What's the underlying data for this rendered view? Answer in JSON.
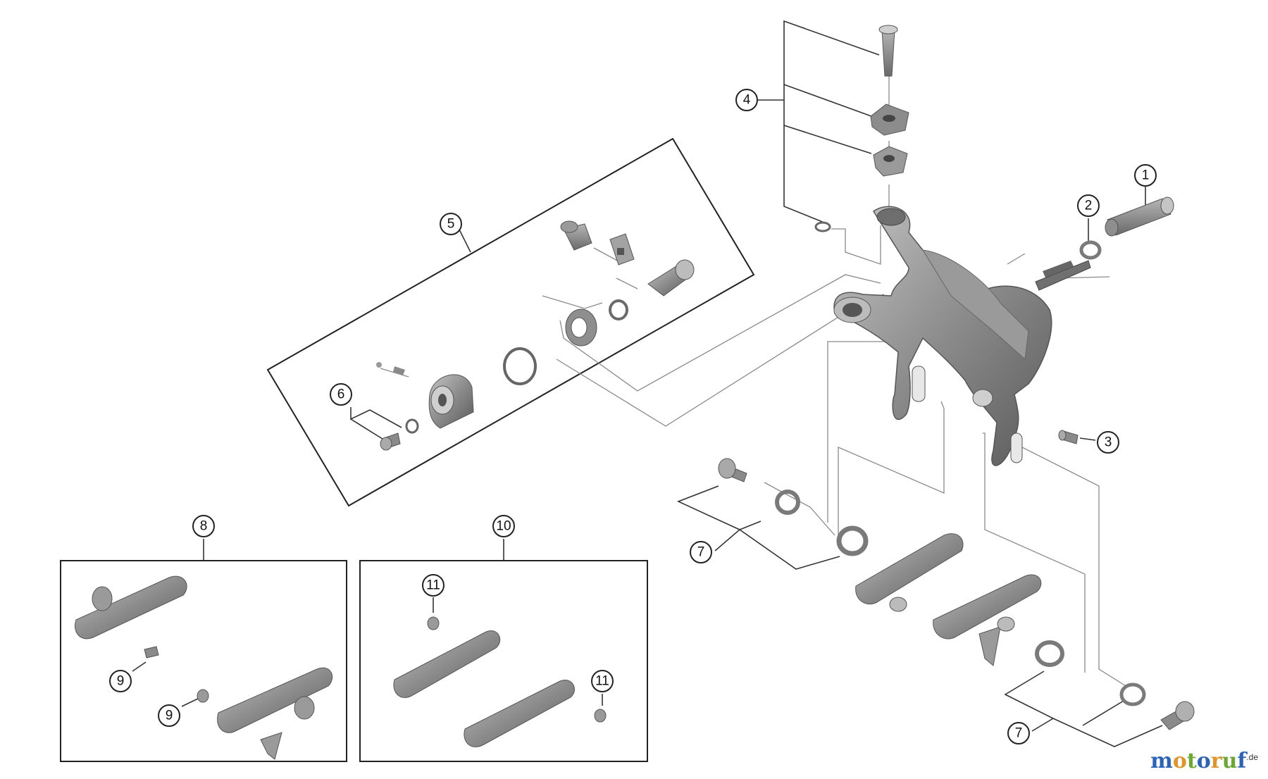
{
  "callouts": [
    {
      "id": "1",
      "label": "1"
    },
    {
      "id": "2",
      "label": "2"
    },
    {
      "id": "3",
      "label": "3"
    },
    {
      "id": "4",
      "label": "4"
    },
    {
      "id": "5",
      "label": "5"
    },
    {
      "id": "6",
      "label": "6"
    },
    {
      "id": "7a",
      "label": "7"
    },
    {
      "id": "7b",
      "label": "7"
    },
    {
      "id": "8",
      "label": "8"
    },
    {
      "id": "9a",
      "label": "9"
    },
    {
      "id": "9b",
      "label": "9"
    },
    {
      "id": "10",
      "label": "10"
    },
    {
      "id": "11a",
      "label": "11"
    },
    {
      "id": "11b",
      "label": "11"
    }
  ],
  "watermark": {
    "parts": [
      "m",
      "o",
      "t",
      "o",
      "r",
      "u",
      "f"
    ],
    "suffix": ".de",
    "colors": [
      "#2a63b8",
      "#e0942a",
      "#6aa832",
      "#2a63b8",
      "#e0942a",
      "#6aa832",
      "#2a63b8"
    ]
  },
  "colors": {
    "line": "#333333",
    "thin_line": "#888888",
    "part_fill": "#8a8a8a",
    "part_dark": "#5e5e5e",
    "part_light": "#b8b8b8"
  }
}
